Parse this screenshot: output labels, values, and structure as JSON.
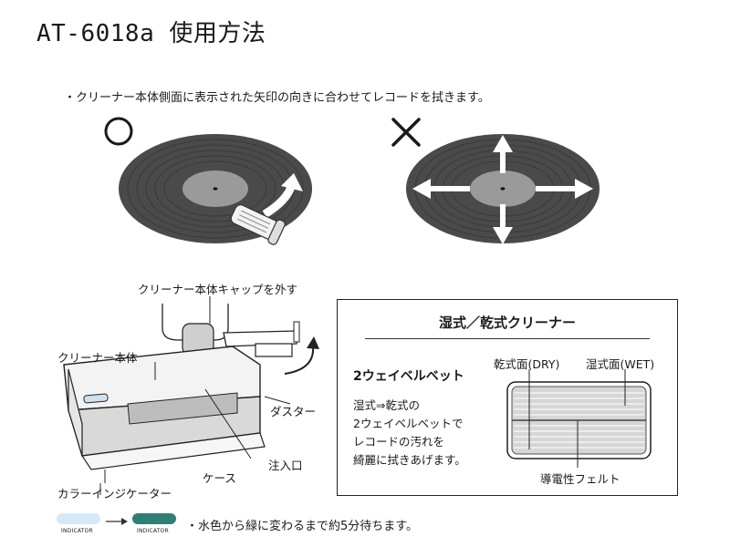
{
  "title": "AT-6018a 使用方法",
  "instruction": "・クリーナー本体側面に表示された矢印の向きに合わせてレコードを拭きます。",
  "marks": {
    "correct": "○",
    "incorrect": "✕"
  },
  "diagram_labels": {
    "cap_remove": "クリーナー本体キャップを外す",
    "body": "クリーナー本体",
    "duster": "ダスター",
    "inlet": "注入口",
    "case": "ケース",
    "color_indicator": "カラーインジケーター"
  },
  "panel": {
    "title": "湿式／乾式クリーナー",
    "subtitle": "2ウェイベルベット",
    "description": [
      "湿式⇒乾式の",
      "2ウェイベルベットで",
      "レコードの汚れを",
      "綺麗に拭きあげます。"
    ],
    "dry_label": "乾式面(DRY)",
    "wet_label": "湿式面(WET)",
    "felt_label": "導電性フェルト"
  },
  "indicator": {
    "before_label": "INDICATOR",
    "after_label": "INDICATOR",
    "before_color": "#d6e9f8",
    "after_color": "#2f7f73",
    "note": "・水色から緑に変わるまで約5分待ちます。"
  },
  "colors": {
    "record": "#4a4a4a",
    "label": "#9a9a9a",
    "ink": "#1a1a1a"
  }
}
